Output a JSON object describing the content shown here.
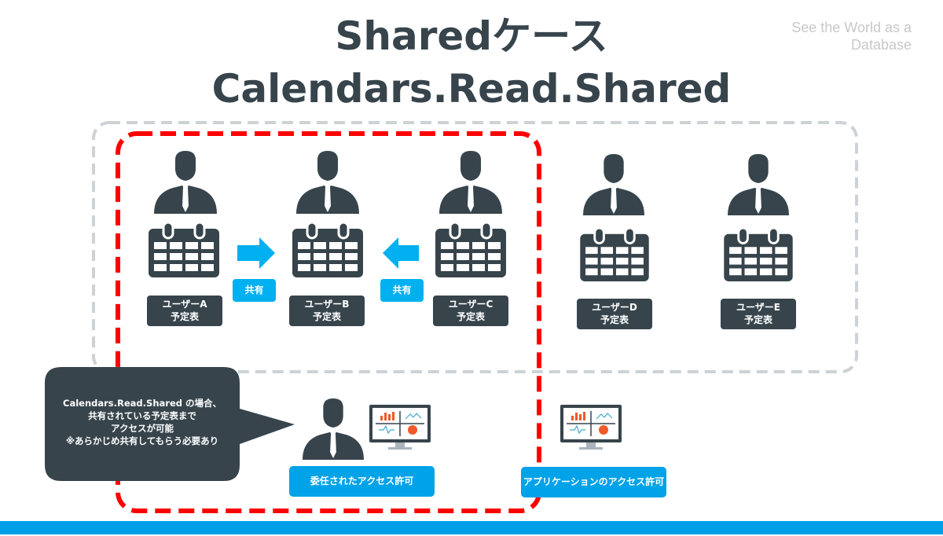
{
  "title_line1": "Sharedケース",
  "title_line2": "Calendars.Read.Shared",
  "tagline_line1": "See the World as a",
  "tagline_line2": "Database",
  "users": [
    {
      "name": "ユーザーA",
      "sub": "予定表"
    },
    {
      "name": "ユーザーB",
      "sub": "予定表"
    },
    {
      "name": "ユーザーC",
      "sub": "予定表"
    },
    {
      "name": "ユーザーD",
      "sub": "予定表"
    },
    {
      "name": "ユーザーE",
      "sub": "予定表"
    }
  ],
  "share_label": "共有",
  "bubble": [
    "Calendars.Read.Shared の場合、",
    "共有されている予定表まで",
    "アクセスが可能",
    "※あらかじめ共有してもらう必要あり"
  ],
  "delegated_button": "委任されたアクセス許可",
  "application_button": "アプリケーションのアクセス許可",
  "colors": {
    "dark": "#37444c",
    "accent": "#00a2e8",
    "arrow": "#00b0f0",
    "red": "#ff0000",
    "gray_dash": "#ccd2d6"
  }
}
